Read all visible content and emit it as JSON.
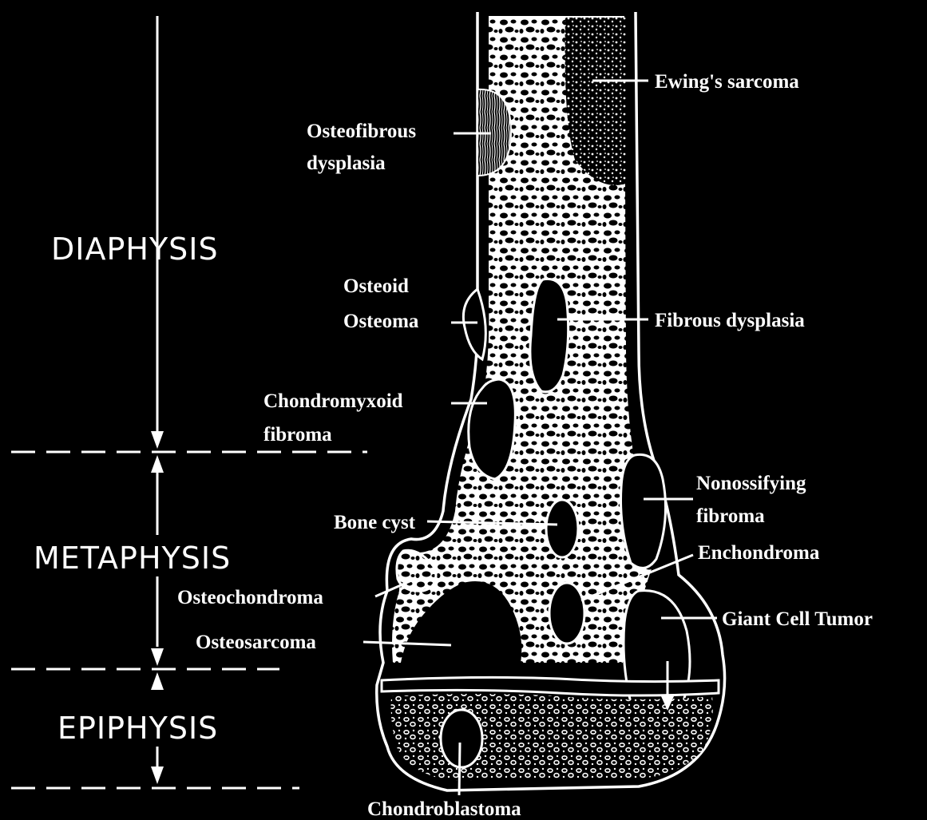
{
  "regions": {
    "diaphysis": "DIAPHYSIS",
    "metaphysis": "METAPHYSIS",
    "epiphysis": "EPIPHYSIS"
  },
  "labels": {
    "ewings_sarcoma": "Ewing's sarcoma",
    "osteofibrous_line1": "Osteofibrous",
    "osteofibrous_line2": "dysplasia",
    "osteoid_line1": "Osteoid",
    "osteoid_line2": "Osteoma",
    "fibrous_dysplasia": "Fibrous dysplasia",
    "chondromyxoid_line1": "Chondromyxoid",
    "chondromyxoid_line2": "fibroma",
    "nonossifying_line1": "Nonossifying",
    "nonossifying_line2": "fibroma",
    "bone_cyst": "Bone cyst",
    "enchondroma": "Enchondroma",
    "osteochondroma": "Osteochondroma",
    "giant_cell_tumor": "Giant Cell Tumor",
    "osteosarcoma": "Osteosarcoma",
    "chondroblastoma": "Chondroblastoma"
  }
}
